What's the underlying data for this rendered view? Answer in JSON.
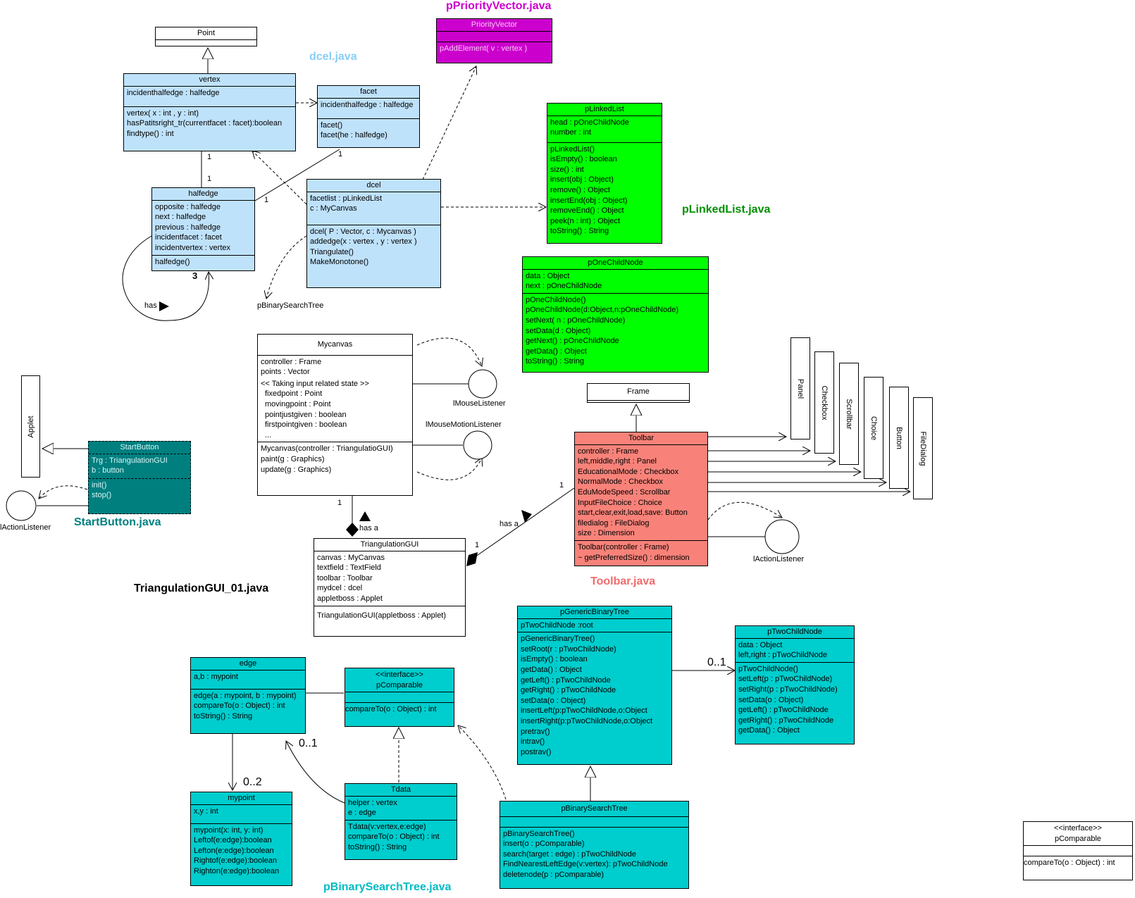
{
  "files": {
    "priority_vector": "pPriorityVector.java",
    "dcel": "dcel.java",
    "linked_list": "pLinkedList.java",
    "start_button": "StartButton.java",
    "triangulation_gui": "TriangulationGUI_01.java",
    "toolbar": "Toolbar.java",
    "binary_search_tree": "pBinarySearchTree.java"
  },
  "classes": {
    "point": {
      "name": "Point"
    },
    "frame": {
      "name": "Frame"
    },
    "vertex": {
      "name": "vertex",
      "attributes": [
        "incidenthalfedge : halfedge"
      ],
      "methods": [
        "vertex( x : int , y : int)",
        "hasPatitsright_tr(currentfacet : facet):boolean",
        "findtype() : int"
      ]
    },
    "facet": {
      "name": "facet",
      "attributes": [
        "incidenthalfedge : halfedge"
      ],
      "methods": [
        "facet()",
        "facet(he : halfedge)"
      ]
    },
    "halfedge": {
      "name": "halfedge",
      "attributes": [
        "opposite : halfedge",
        "next : halfedge",
        "previous : halfedge",
        "incidentfacet : facet",
        "incidentvertex : vertex"
      ],
      "methods": [
        "halfedge()"
      ]
    },
    "dcel": {
      "name": "dcel",
      "attributes": [
        "facetlist : pLinkedList",
        "c : MyCanvas"
      ],
      "methods": [
        "dcel( P : Vector, c : Mycanvas )",
        "addedge(x : vertex , y : vertex )",
        "Triangulate()",
        "MakeMonotone()"
      ]
    },
    "priority_vector": {
      "name": "PriorityVector",
      "attributes": [],
      "methods": [
        "pAddElement( v : vertex )"
      ]
    },
    "plinkedlist": {
      "name": "pLinkedList",
      "attributes": [
        "head : pOneChildNode",
        "number : int"
      ],
      "methods": [
        "pLinkedList()",
        "isEmpty() : boolean",
        "size() : int",
        "insert(obj : Object)",
        "remove() : Object",
        "insertEnd(obj : Object)",
        "removeEnd() : Object",
        "peek(n : int) : Object",
        "toString() : String"
      ]
    },
    "ponechildnode": {
      "name": "pOneChildNode",
      "attributes": [
        "data : Object",
        "next : pOneChildNode"
      ],
      "methods": [
        "pOneChildNode()",
        "pOneChildNode(d:Object,n:pOneChildNode)",
        "setNext( n : pOneChildNode)",
        "setData(d : Object)",
        "getNext() : pOneChildNode",
        "getData() : Object",
        "toString() : String"
      ]
    },
    "mycanvas": {
      "name": "Mycanvas",
      "attributes": [
        "controller : Frame",
        "points : Vector"
      ],
      "stereo_block": [
        "<< Taking input related state >>",
        "fixedpoint : Point",
        "movingpoint : Point",
        "pointjustgiven : boolean",
        "firstpointgiven : boolean",
        "..."
      ],
      "methods": [
        "Mycanvas(controller : TriangulatioGUI)",
        "paint(g : Graphics)",
        "update(g : Graphics)"
      ]
    },
    "startbutton": {
      "name": "StartButton",
      "attributes": [
        "Trg : TriangulationGUI",
        "b : button"
      ],
      "methods": [
        "init()",
        "stop()"
      ]
    },
    "triangulationgui": {
      "name": "TriangulationGUI",
      "attributes": [
        "canvas : MyCanvas",
        "textfield : TextField",
        "toolbar : Toolbar",
        "mydcel : dcel",
        "appletboss : Applet"
      ],
      "methods": [
        "TriangulationGUI(appletboss : Applet)"
      ]
    },
    "toolbar": {
      "name": "Toolbar",
      "attributes": [
        "controller : Frame",
        "left,middle,right : Panel",
        "EducationalMode : Checkbox",
        "NormalMode : Checkbox",
        "EduModeSpeed : Scrollbar",
        "InputFileChoice : Choice",
        "start,clear,exit,load,save: Button",
        "filedialog : FileDialog",
        "size : Dimension"
      ],
      "methods": [
        "Toolbar(controller : Frame)",
        "~ getPreferredSize() : dimension"
      ]
    },
    "pgenericbinarytree": {
      "name": "pGenericBinaryTree",
      "attributes": [
        "pTwoChildNode :root"
      ],
      "methods": [
        "pGenericBinaryTree()",
        "setRoot(r : pTwoChildNode)",
        "isEmpty() : boolean",
        "getData() : Object",
        "getLeft() : pTwoChildNode",
        "getRight() : pTwoChildNode",
        "setData(o : Object)",
        "insertLeft(p:pTwoChildNode,o:Object",
        "insertRight(p:pTwoChildNode,o:Object",
        "pretrav()",
        "intrav()",
        "postrav()"
      ]
    },
    "ptwochildnode": {
      "name": "pTwoChildNode",
      "attributes": [
        "data : Object",
        "left,right : pTwoChildNode"
      ],
      "methods": [
        "pTwoChildNode()",
        "setLeft(p : pTwoChildNode)",
        "setRight(p : pTwoChildNode)",
        "setData(o : Object)",
        "getLeft() : pTwoChildNode",
        "getRight() : pTwoChildNode",
        "getData() : Object"
      ]
    },
    "edge": {
      "name": "edge",
      "attributes": [
        "a,b : mypoint"
      ],
      "methods": [
        "edge(a : mypoint, b : mypoint)",
        "compareTo(o : Object) : int",
        "toString() : String"
      ]
    },
    "pcomparable": {
      "stereotype": "<<interface>>",
      "name": "pComparable",
      "attributes": [],
      "methods": [
        "compareTo(o : Object) : int"
      ]
    },
    "pcomparable2": {
      "stereotype": "<<interface>>",
      "name": "pComparable",
      "attributes": [],
      "methods": [
        "compareTo(o : Object) : int"
      ]
    },
    "mypoint": {
      "name": "mypoint",
      "attributes": [
        "x,y : int"
      ],
      "methods": [
        "mypoint(x: int, y: int)",
        "Leftof(e:edge):boolean",
        "Lefton(e:edge):boolean",
        "Rightof(e:edge):boolean",
        "Righton(e:edge):boolean"
      ]
    },
    "tdata": {
      "name": "Tdata",
      "attributes": [
        "helper : vertex",
        "e : edge"
      ],
      "methods": [
        "Tdata(v:vertex,e:edge)",
        "compareTo(o : Object) : int",
        "toString() : String"
      ]
    },
    "pbinarysearchtree": {
      "name": "pBinarySearchTree",
      "attributes": [],
      "methods": [
        "pBinarySearchTree()",
        "insert(o : pComparable)",
        "search(target : edge) : pTwoChildNode",
        "FindNearestLeftEdge(v:vertex): pTwoChildNode",
        "deletenode(p : pComparable)"
      ]
    }
  },
  "awt_components": [
    "Applet",
    "Panel",
    "Checkbox",
    "Scrollbar",
    "Choice",
    "Button",
    "FileDialog"
  ],
  "interfaces": {
    "mouse_listener": "lMouseListener",
    "mouse_motion_listener": "lMouseMotionListener",
    "action_listener_start": "lActionListener",
    "action_listener_toolbar": "lActionListener"
  },
  "labels": {
    "binary_search_tree_ref": "pBinarySearchTree",
    "has": "has",
    "has_a_1": "has a",
    "has_a_2": "has a"
  },
  "multiplicities": {
    "vertex_halfedge_top": "1",
    "vertex_halfedge_bottom": "1",
    "facet_halfedge_top": "1",
    "facet_halfedge_bottom": "1",
    "halfedge_self": "3",
    "mycanvas_gui": "1",
    "toolbar_side": "1",
    "gui_side": "1",
    "edge_mypoint": "0..2",
    "tdata_edge": "0..1",
    "tree_node": "0..1"
  },
  "colors": {
    "blue": "#bfe2fb",
    "magenta": "#cc00cc",
    "green": "#00ff00",
    "salmon": "#f88279",
    "teal": "#00cdcd",
    "dark_teal": "#007f7f",
    "title_blue": "#87cef5",
    "title_magenta": "#cc00cc",
    "title_green": "#009000",
    "title_teal": "#008080",
    "title_salmon": "#f26b6b",
    "title_cyan": "#00bcc4"
  }
}
